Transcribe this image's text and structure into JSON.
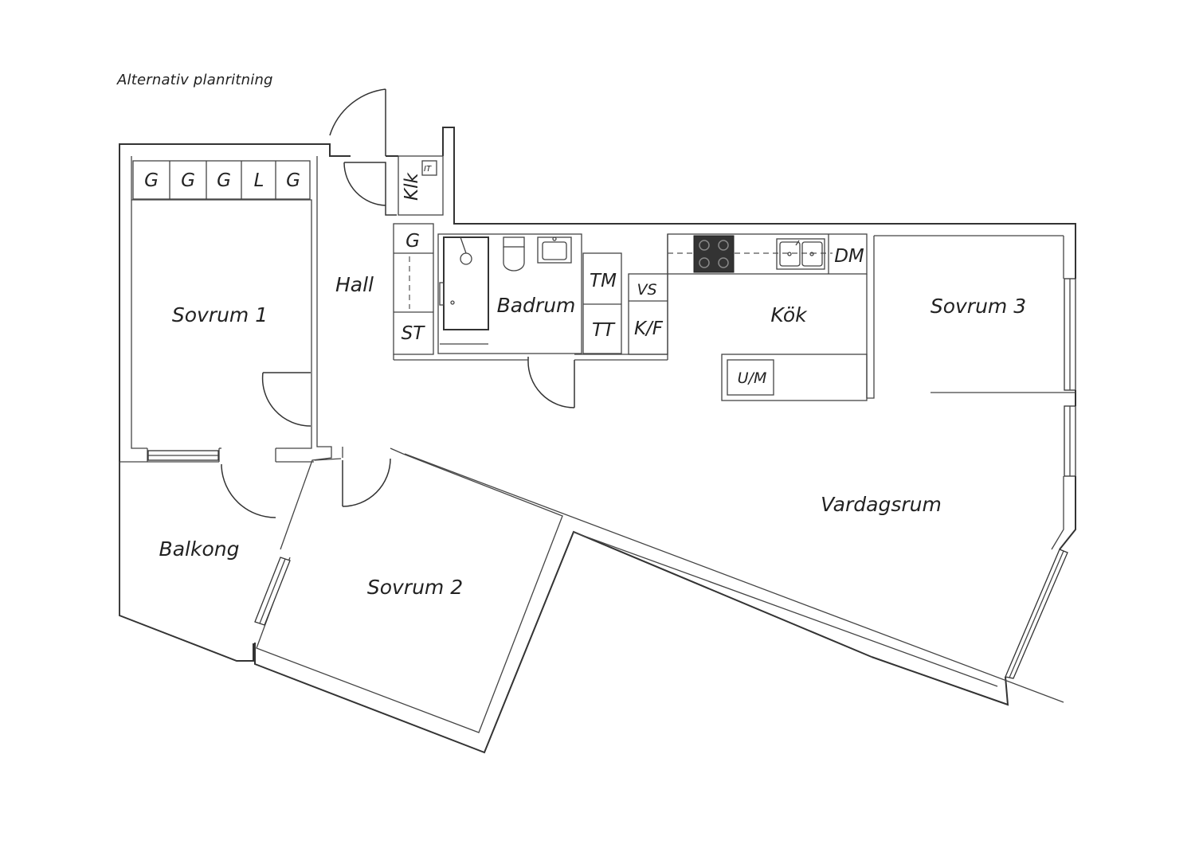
{
  "title": "Alternativ planritning",
  "rooms": {
    "sovrum1": "Sovrum 1",
    "hall": "Hall",
    "badrum": "Badrum",
    "kok": "Kök",
    "sovrum3": "Sovrum 3",
    "vardagsrum": "Vardagsrum",
    "balkong": "Balkong",
    "sovrum2": "Sovrum 2"
  },
  "fixtures": {
    "wardrobe_1": "G",
    "wardrobe_2": "G",
    "wardrobe_3": "G",
    "linen": "L",
    "wardrobe_4": "G",
    "cloakroom": "Klk",
    "it_cabinet": "IT",
    "hall_wardrobe": "G",
    "broom_closet": "ST",
    "washing_machine": "TM",
    "tumble_dryer": "TT",
    "water_heater": "VS",
    "fridge_freezer": "K/F",
    "dishwasher": "DM",
    "oven_microwave": "U/M"
  },
  "colors": {
    "line": "#333333",
    "stove": "#333333",
    "background": "#ffffff"
  }
}
